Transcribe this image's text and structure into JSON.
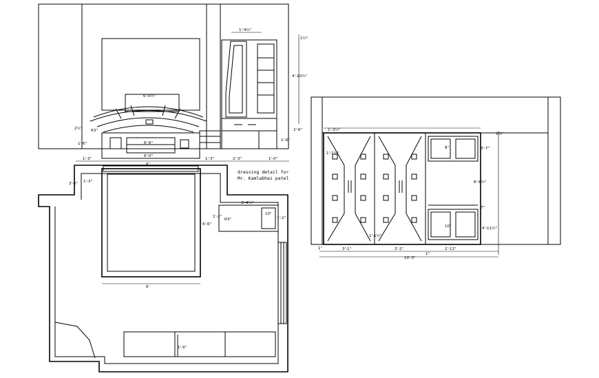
{
  "note": {
    "line1": "dressing detail for",
    "line2": "Mr. Kamlabhai patel"
  },
  "dims": {
    "tv_top": "1'-4½\"",
    "right_top": "1½\"",
    "right_mid": "4'-10½\"",
    "tv_center": "6'-0½\"",
    "left_upper": "2½\"",
    "left_r3": "R3\"",
    "left_lower": "1'-6\"",
    "shelf_right": "2'-6\"",
    "shelf_right2": "1'-6\"",
    "base_center": "6'-6\"",
    "base_center2": "6'-0\"",
    "base_a": "1'-3\"",
    "base_b": "6'",
    "base_c": "1'-3\"",
    "base_d": "2'-3\"",
    "base_e": "1'-0\"",
    "plan_left": "3'-6\"",
    "plan_left2": "1'-3\"",
    "plan_table_top": "3'-4½\"",
    "plan_table_left": "1'-2\"",
    "plan_table_side": "6'-6\"",
    "plan_r": "R3\"",
    "plan_small": "10\"",
    "plan_small2": "1'-2\"",
    "bed_width": "6'",
    "cabinet_dim": "1'-9\"",
    "w_top_left": "1'-3½\"",
    "w_top_right": "1½\"",
    "w_side_a": "1'-1½\"",
    "w_right_a": "3'-7\"",
    "w_right_b": "8'-8½\"",
    "w_right_c": "7\"",
    "w_right_d": "4'-11½\"",
    "w_left_low": "1'-1½\"",
    "w_bot_a": "3'-1\"",
    "w_bot_b": "3'-2\"",
    "w_bot_c": "2'-11\"",
    "w_bot_total": "10'-3\"",
    "w_bot_small": "1\"",
    "w_bot_small2": "1\"",
    "w_mid_label1": "8\"",
    "w_mid_label2": "10\""
  }
}
